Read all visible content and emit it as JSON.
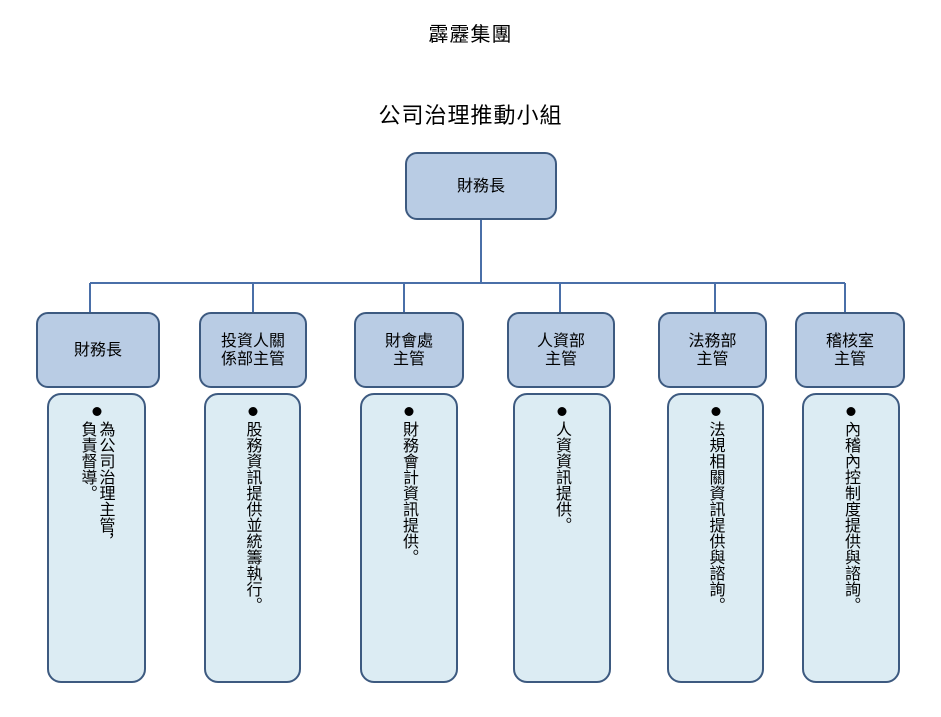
{
  "header": {
    "company": "霹靂集團",
    "title": "公司治理推動小組"
  },
  "root": {
    "label": "財務長"
  },
  "units": [
    {
      "label": "財務長",
      "desc": "為公司治理主管，\n負責督導。"
    },
    {
      "label": "投資人關\n係部主管",
      "desc": "股務資訊提供並統籌執行。"
    },
    {
      "label": "財會處\n主管",
      "desc": "財務會計資訊提供。"
    },
    {
      "label": "人資部\n主管",
      "desc": "人資資訊提供。"
    },
    {
      "label": "法務部\n主管",
      "desc": "法規相關資訊提供與諮詢。"
    },
    {
      "label": "稽核室\n主管",
      "desc": "內稽內控制度提供與諮詢。"
    }
  ],
  "colors": {
    "node_fill": "#b9cce4",
    "desc_fill": "#dcecf3",
    "border": "#3d5a80",
    "connector": "#4a6fa8"
  }
}
